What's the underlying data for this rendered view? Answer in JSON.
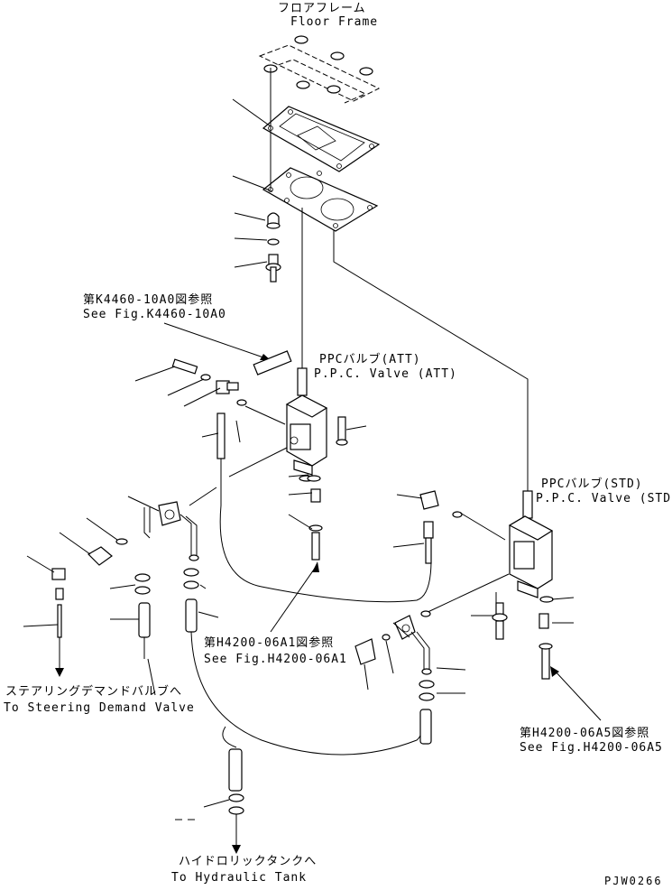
{
  "labels": {
    "floor_frame_jp": "フロアフレーム",
    "floor_frame_en": "Floor Frame",
    "ref_k4460_jp": "第K4460-10A0図参照",
    "ref_k4460_en": "See Fig.K4460-10A0",
    "ppc_att_jp": "PPCバルブ(ATT)",
    "ppc_att_en": "P.P.C. Valve (ATT)",
    "ppc_std_jp": "PPCバルブ(STD)",
    "ppc_std_en": "P.P.C. Valve (STD)",
    "ref_h4200_a1_jp": "第H4200-06A1図参照",
    "ref_h4200_a1_en": "See Fig.H4200-06A1",
    "ref_h4200_a5_jp": "第H4200-06A5図参照",
    "ref_h4200_a5_en": "See Fig.H4200-06A5",
    "steering_jp": "ステアリングデマンドバルブへ",
    "steering_en": "To Steering Demand Valve",
    "tank_jp": "ハイドロリックタンクへ",
    "tank_en": "To Hydraulic Tank",
    "drawing_code": "PJW0266"
  }
}
